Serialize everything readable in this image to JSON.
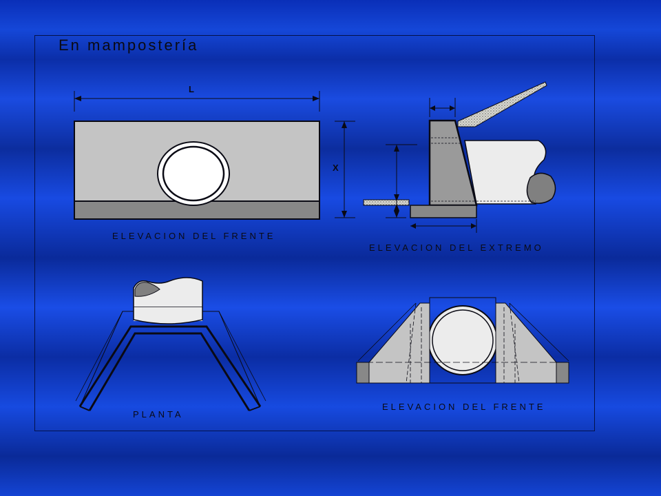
{
  "slide": {
    "title": "En mampostería"
  },
  "labels": {
    "front_elevation_top": "ELEVACION DEL FRENTE",
    "end_elevation": "ELEVACION DEL EXTREMO",
    "plan": "PLANTA",
    "front_elevation_bottom": "ELEVACION DEL FRENTE"
  },
  "dimensions": {
    "length": "L",
    "height": "X"
  },
  "colors": {
    "background": "#1547d8",
    "wall": "#c4c4c4",
    "footing": "#888888",
    "pipe": "#ececec",
    "rock": "#808080",
    "line": "#0a0a14"
  }
}
